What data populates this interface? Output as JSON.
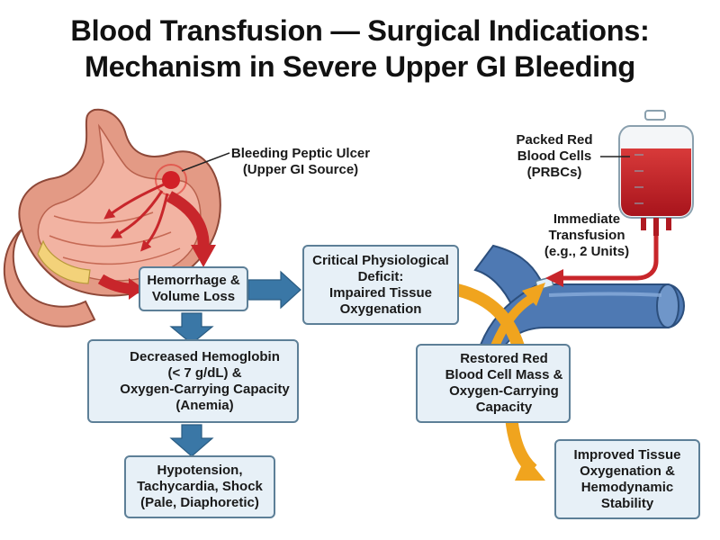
{
  "title": {
    "line1": "Blood Transfusion — Surgical Indications:",
    "line2": "Mechanism in Severe Upper GI Bleeding"
  },
  "labels": {
    "ulcer": [
      "Bleeding Peptic Ulcer",
      "(Upper GI Source)"
    ],
    "prbc": [
      "Packed Red",
      "Blood Cells",
      "(PRBCs)"
    ],
    "transfusion": [
      "Immediate",
      "Transfusion",
      "(e.g., 2 Units)"
    ]
  },
  "boxes": {
    "hemorrhage": [
      "Hemorrhage &",
      "Volume Loss"
    ],
    "deficit": [
      "Critical Physiological",
      "Deficit:",
      "Impaired Tissue",
      "Oxygenation"
    ],
    "hemoglobin": [
      "Decreased Hemoglobin",
      "(< 7 g/dL) &",
      "Oxygen-Carrying Capacity",
      "(Anemia)"
    ],
    "shock": [
      "Hypotension,",
      "Tachycardia, Shock",
      "(Pale, Diaphoretic)"
    ],
    "restored": [
      "Restored Red",
      "Blood Cell Mass &",
      "Oxygen-Carrying",
      "Capacity"
    ],
    "improved": [
      "Improved Tissue",
      "Oxygenation &",
      "Hemodynamic",
      "Stability"
    ]
  },
  "colors": {
    "box_fill": "#e7f0f7",
    "box_border": "#5d7f97",
    "blue_arrow": "#3a77a6",
    "orange_arrow": "#f0a41e",
    "red": "#c8262b",
    "vein": "#4e79b3"
  }
}
